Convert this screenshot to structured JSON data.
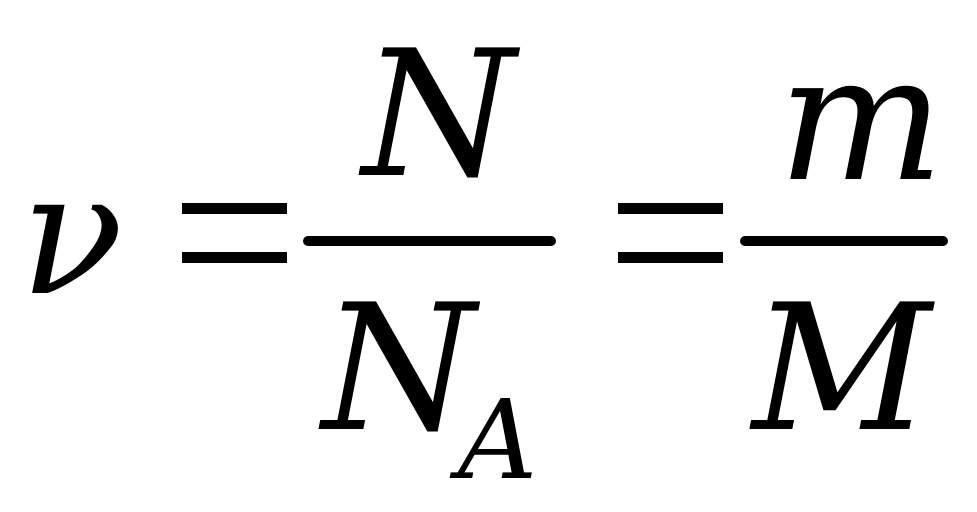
{
  "formula": {
    "lhs": "ν",
    "fraction1": {
      "numerator": "N",
      "denominator": "N",
      "denominator_subscript": "A"
    },
    "fraction2": {
      "numerator": "m",
      "denominator": "M"
    }
  }
}
